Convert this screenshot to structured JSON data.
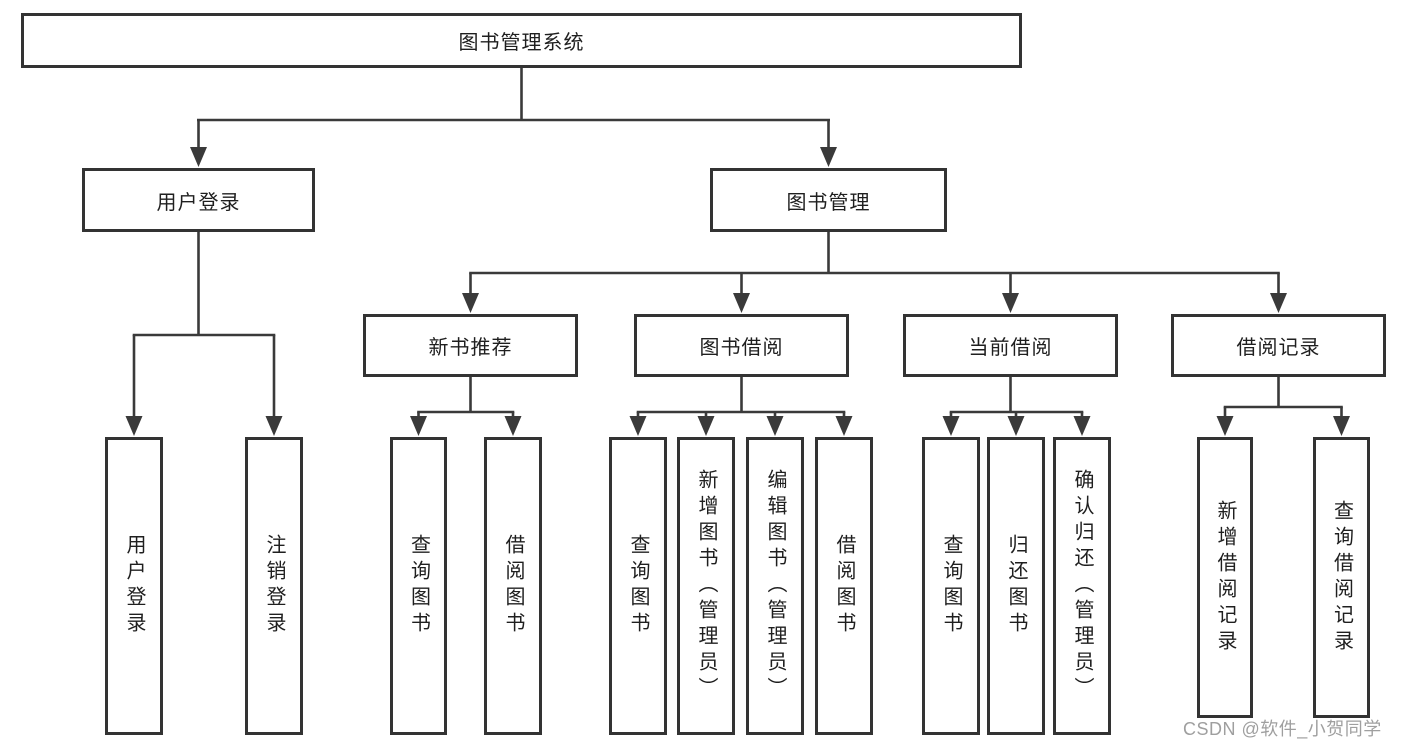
{
  "diagram": {
    "title": "图书管理系统",
    "root": {
      "label": "图书管理系统"
    },
    "level2": {
      "user_login": {
        "label": "用户登录"
      },
      "book_management": {
        "label": "图书管理"
      }
    },
    "level3": {
      "new_book_rec": {
        "label": "新书推荐"
      },
      "book_borrow": {
        "label": "图书借阅"
      },
      "current_borrow": {
        "label": "当前借阅"
      },
      "borrow_records": {
        "label": "借阅记录"
      }
    },
    "leaves": {
      "login": [
        "用户登录",
        "注销登录"
      ],
      "new_book_rec": [
        "查询图书",
        "借阅图书"
      ],
      "book_borrow": [
        "查询图书",
        "新增图书（管理员）",
        "编辑图书（管理员）",
        "借阅图书"
      ],
      "current_borrow": [
        "查询图书",
        "归还图书",
        "确认归还（管理员）"
      ],
      "borrow_records": [
        "新增借阅记录",
        "查询借阅记录"
      ]
    }
  },
  "watermark": "CSDN @软件_小贺同学",
  "colors": {
    "line": "#3a3a3a",
    "box_border": "#333333",
    "text": "#1f1f1f",
    "watermark": "#9f9f9f",
    "background": "#ffffff"
  }
}
